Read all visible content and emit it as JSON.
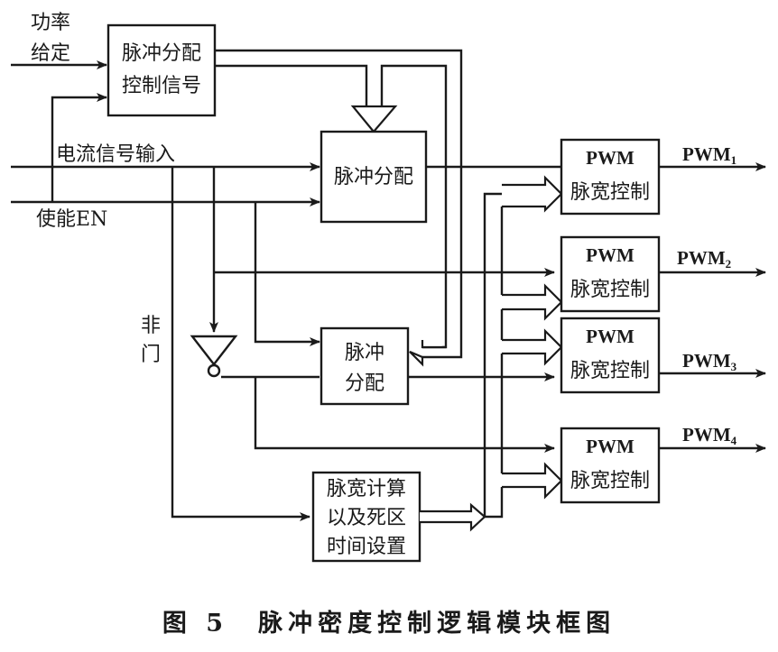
{
  "diagram": {
    "inputs": {
      "power_setpoint_line1": "功率",
      "power_setpoint_line2": "给定",
      "current_signal_input": "电流信号输入",
      "enable": "使能EN",
      "not_gate": [
        "非",
        "门"
      ]
    },
    "blocks": {
      "pulse_alloc_ctrl_signal": [
        "脉冲分配",
        "控制信号"
      ],
      "pulse_alloc_top": "脉冲分配",
      "pulse_alloc_bottom": [
        "脉冲",
        "分配"
      ],
      "pulse_width_calc": [
        "脉宽计算",
        "以及死区",
        "时间设置"
      ],
      "pwm_controllers": [
        {
          "line1": "PWM",
          "line2": "脉宽控制"
        },
        {
          "line1": "PWM",
          "line2": "脉宽控制"
        },
        {
          "line1": "PWM",
          "line2": "脉宽控制"
        },
        {
          "line1": "PWM",
          "line2": "脉宽控制"
        }
      ]
    },
    "outputs": [
      {
        "label": "PWM",
        "sub": "1"
      },
      {
        "label": "PWM",
        "sub": "2"
      },
      {
        "label": "PWM",
        "sub": "3"
      },
      {
        "label": "PWM",
        "sub": "4"
      }
    ],
    "caption": "图 5　脉冲密度控制逻辑模块框图"
  }
}
